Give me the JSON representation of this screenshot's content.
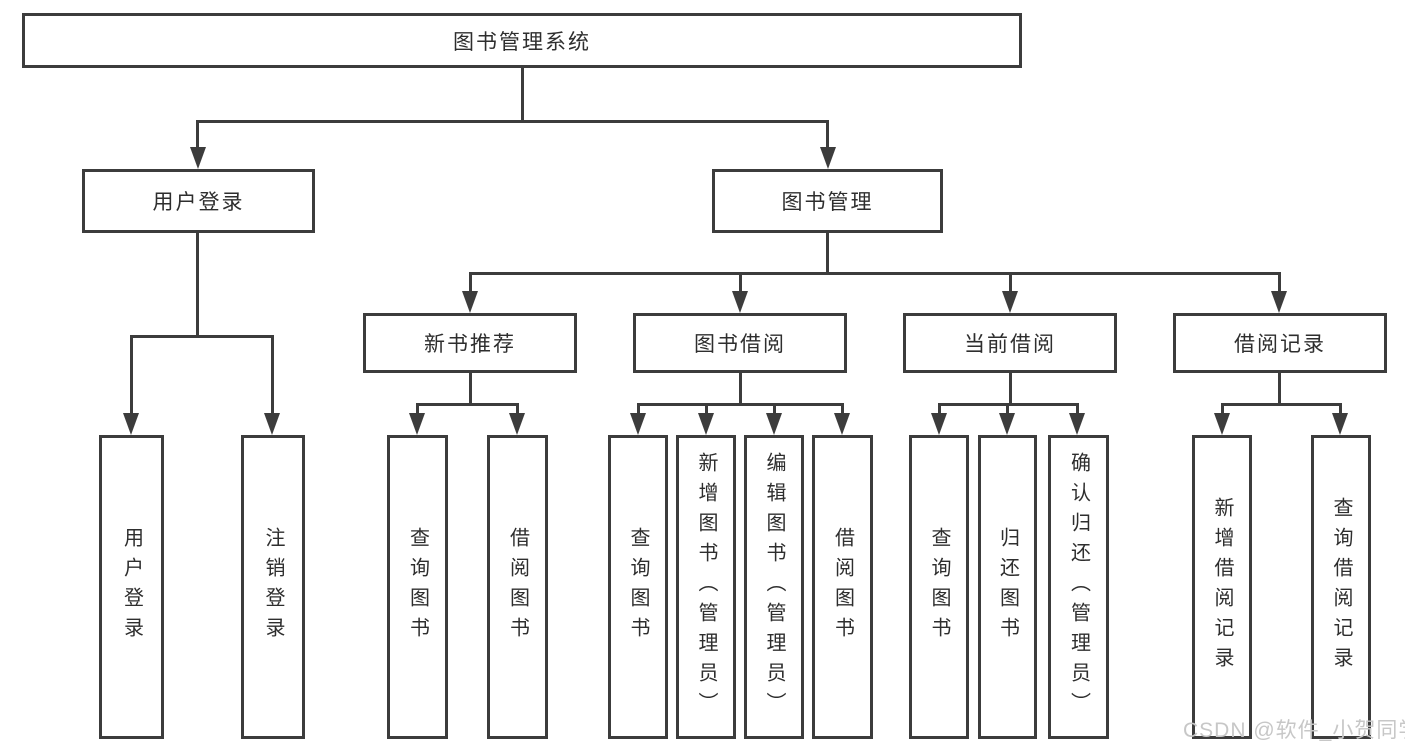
{
  "diagram": {
    "title": "图书管理系统",
    "type": "hierarchy-tree",
    "colors": {
      "line": "#3c3c3c",
      "text": "#2e2e2e",
      "watermark": "#c7c7c7",
      "background": "#ffffff"
    },
    "branches": [
      {
        "label": "用户登录",
        "children": [
          {
            "label": "用户登录"
          },
          {
            "label": "注销登录"
          }
        ]
      },
      {
        "label": "图书管理",
        "children": [
          {
            "label": "新书推荐",
            "children": [
              {
                "label": "查询图书"
              },
              {
                "label": "借阅图书"
              }
            ]
          },
          {
            "label": "图书借阅",
            "children": [
              {
                "label": "查询图书"
              },
              {
                "label": "新增图书（管理员）"
              },
              {
                "label": "编辑图书（管理员）"
              },
              {
                "label": "借阅图书"
              }
            ]
          },
          {
            "label": "当前借阅",
            "children": [
              {
                "label": "查询图书"
              },
              {
                "label": "归还图书"
              },
              {
                "label": "确认归还（管理员）"
              }
            ]
          },
          {
            "label": "借阅记录",
            "children": [
              {
                "label": "新增借阅记录"
              },
              {
                "label": "查询借阅记录"
              }
            ]
          }
        ]
      }
    ]
  },
  "watermark": "CSDN @软件_小贺同学"
}
